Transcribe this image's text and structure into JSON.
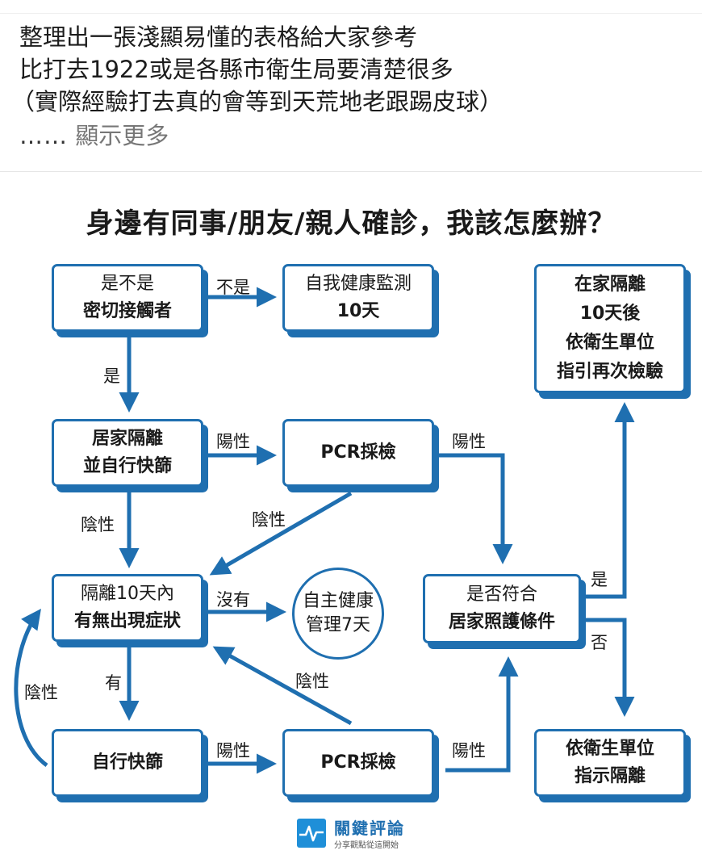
{
  "post": {
    "lines": [
      "整理出一張淺顯易懂的表格給大家參考",
      "比打去1922或是各縣市衛生局要清楚很多",
      "（實際經驗打去真的會等到天荒地老跟踢皮球）"
    ],
    "ellipsis": "……",
    "show_more": "顯示更多"
  },
  "chart": {
    "title": "身邊有同事/朋友/親人確診，我該怎麼辦？",
    "nodes": {
      "close_contact": [
        "是不是",
        "密切接觸者"
      ],
      "self_monitor": [
        "自我健康監測",
        "10天"
      ],
      "home_quarantine": [
        "居家隔離",
        "並自行快篩"
      ],
      "pcr_1": [
        "PCR採檢"
      ],
      "symptoms": [
        "隔離10天內",
        "有無出現症狀"
      ],
      "self_health": [
        "自主健康",
        "管理7天"
      ],
      "home_care_criteria": [
        "是否符合",
        "居家照護條件"
      ],
      "home_isolation": [
        "在家隔離",
        "10天後",
        "依衛生單位",
        "指引再次檢驗"
      ],
      "self_test": [
        "自行快篩"
      ],
      "pcr_2": [
        "PCR採檢"
      ],
      "health_unit": [
        "依衛生單位",
        "指示隔離"
      ]
    },
    "labels": {
      "no_1": "不是",
      "yes_1": "是",
      "positive_1": "陽性",
      "positive_2": "陽性",
      "negative_1": "陰性",
      "negative_2": "陰性",
      "none": "沒有",
      "have": "有",
      "negative_3": "陰性",
      "negative_4": "陰性",
      "positive_3": "陽性",
      "positive_4": "陽性",
      "yes_2": "是",
      "no_2": "否"
    },
    "colors": {
      "accent": "#1f6fb0",
      "logo": "#1f8fd8"
    }
  },
  "logo": {
    "name": "關鍵評論",
    "tagline": "分享觀點從這開始",
    "icon": "pulse-line-icon"
  }
}
